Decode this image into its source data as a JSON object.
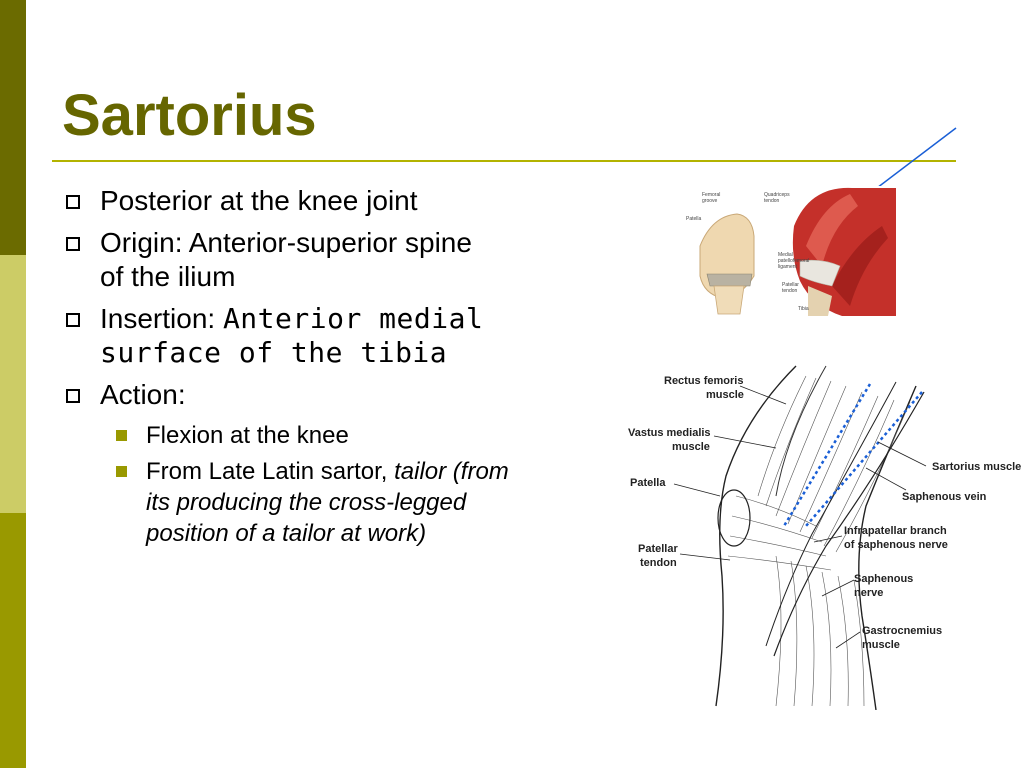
{
  "slide": {
    "title": "Sartorius",
    "bullets": {
      "b1": "Posterior at the knee joint",
      "b2_line1": "Origin: Anterior-superior spine",
      "b2_line2": "of the ilium",
      "b3_prefix": "Insertion: ",
      "b3_mono1": "Anterior medial",
      "b3_mono2": "surface of the tibia",
      "b4": "Action:"
    },
    "sub_bullets": {
      "s1": "Flexion at the knee",
      "s2_prefix": "From Late Latin sartor, ",
      "s2_italic1": "tailor (from",
      "s2_italic2": "its producing the cross-legged",
      "s2_italic3": "position of a tailor at work)"
    }
  },
  "figure_labels": {
    "rectus_femoris": "Rectus femoris",
    "rectus_femoris_2": "muscle",
    "vastus_medialis": "Vastus medialis",
    "vastus_medialis_2": "muscle",
    "patella": "Patella",
    "patellar": "Patellar",
    "tendon": "tendon",
    "sartorius_muscle": "Sartorius muscle",
    "saphenous_vein": "Saphenous vein",
    "infrapatellar_1": "Infrapatellar branch",
    "infrapatellar_2": "of saphenous nerve",
    "saphenous_nerve_1": "Saphenous",
    "saphenous_nerve_2": "nerve",
    "gastrocnemius_1": "Gastrocnemius",
    "gastrocnemius_2": "muscle"
  },
  "colors": {
    "title": "#666600",
    "accent": "#999900",
    "pointer": "#1a5fd6"
  }
}
